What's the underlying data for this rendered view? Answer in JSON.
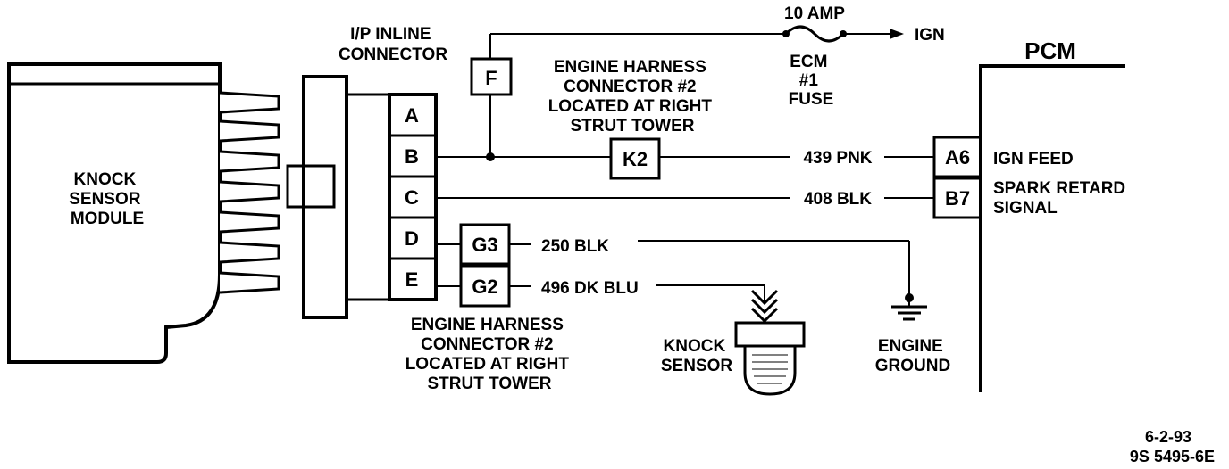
{
  "colors": {
    "ink": "#000000",
    "paper": "#ffffff"
  },
  "knock_sensor_module": {
    "lines": [
      "KNOCK",
      "SENSOR",
      "MODULE"
    ]
  },
  "ip_inline_connector": {
    "title": [
      "I/P INLINE",
      "CONNECTOR"
    ],
    "pins": [
      "A",
      "B",
      "C",
      "D",
      "E"
    ]
  },
  "splice_f": {
    "label": "F"
  },
  "fuse": {
    "rating": "10 AMP",
    "ign": "IGN",
    "name": [
      "ECM",
      "#1",
      "FUSE"
    ]
  },
  "engine_harness_top": {
    "lines": [
      "ENGINE HARNESS",
      "CONNECTOR #2",
      "LOCATED AT RIGHT",
      "STRUT TOWER"
    ],
    "connector": "K2"
  },
  "engine_harness_bottom": {
    "lines": [
      "ENGINE HARNESS",
      "CONNECTOR #2",
      "LOCATED AT RIGHT",
      "STRUT TOWER"
    ],
    "connectors": [
      "G3",
      "G2"
    ]
  },
  "wires": {
    "ign_feed": "439 PNK",
    "spark_retard": "408 BLK",
    "ground": "250 BLK",
    "knock": "496 DK BLU"
  },
  "pcm": {
    "title": "PCM",
    "pins": [
      "A6",
      "B7"
    ],
    "ign_feed": "IGN FEED",
    "spark_retard": [
      "SPARK RETARD",
      "SIGNAL"
    ]
  },
  "knock_sensor": {
    "lines": [
      "KNOCK",
      "SENSOR"
    ]
  },
  "engine_ground": {
    "lines": [
      "ENGINE",
      "GROUND"
    ]
  },
  "footer": {
    "date": "6-2-93",
    "code": "9S 5495-6E"
  }
}
